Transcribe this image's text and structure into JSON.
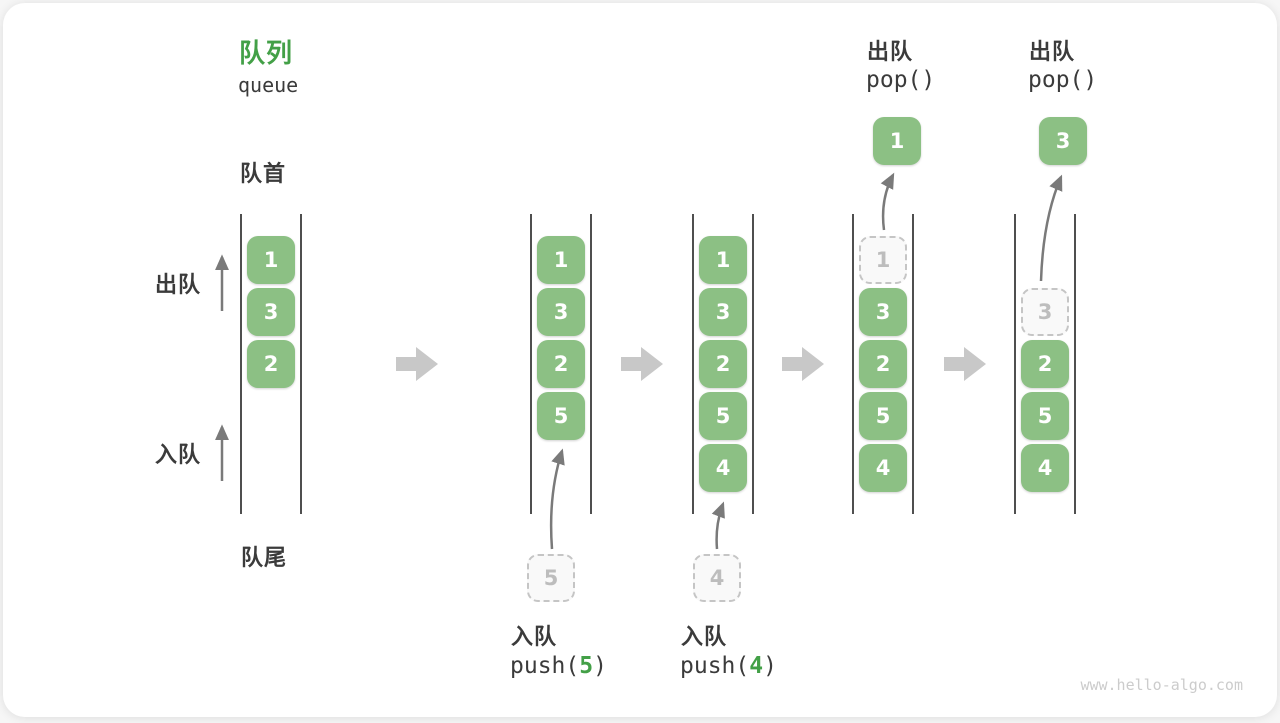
{
  "title": {
    "zh": "队列",
    "en": "queue"
  },
  "side_labels": {
    "front": "队首",
    "rear": "队尾",
    "dequeue": "出队",
    "enqueue": "入队"
  },
  "colors": {
    "accent_green": "#43A047",
    "box_green": "#8CC084",
    "rail_gray": "#4f4f4f",
    "arrow_gray": "#7a7a7a",
    "block_arrow_gray": "#c8c8c8",
    "dashed_gray": "#c5c5c5",
    "text_dark": "#3b3b3b",
    "watermark_gray": "#cccccc"
  },
  "states": [
    {
      "boxes": [
        {
          "row": 0,
          "value": "1",
          "kind": "solid"
        },
        {
          "row": 1,
          "value": "3",
          "kind": "solid"
        },
        {
          "row": 2,
          "value": "2",
          "kind": "solid"
        }
      ]
    },
    {
      "boxes": [
        {
          "row": 0,
          "value": "1",
          "kind": "solid"
        },
        {
          "row": 1,
          "value": "3",
          "kind": "solid"
        },
        {
          "row": 2,
          "value": "2",
          "kind": "solid"
        },
        {
          "row": 3,
          "value": "5",
          "kind": "solid"
        }
      ],
      "staged_value": "5",
      "op": {
        "label": "入队",
        "pre": "push(",
        "arg": "5",
        "post": ")"
      }
    },
    {
      "boxes": [
        {
          "row": 0,
          "value": "1",
          "kind": "solid"
        },
        {
          "row": 1,
          "value": "3",
          "kind": "solid"
        },
        {
          "row": 2,
          "value": "2",
          "kind": "solid"
        },
        {
          "row": 3,
          "value": "5",
          "kind": "solid"
        },
        {
          "row": 4,
          "value": "4",
          "kind": "solid"
        }
      ],
      "staged_value": "4",
      "op": {
        "label": "入队",
        "pre": "push(",
        "arg": "4",
        "post": ")"
      }
    },
    {
      "boxes": [
        {
          "row": 0,
          "value": "1",
          "kind": "dashed"
        },
        {
          "row": 1,
          "value": "3",
          "kind": "solid"
        },
        {
          "row": 2,
          "value": "2",
          "kind": "solid"
        },
        {
          "row": 3,
          "value": "5",
          "kind": "solid"
        },
        {
          "row": 4,
          "value": "4",
          "kind": "solid"
        }
      ],
      "popped_value": "1",
      "op": {
        "label": "出队",
        "code": "pop()"
      }
    },
    {
      "boxes": [
        {
          "row": 1,
          "value": "3",
          "kind": "dashed"
        },
        {
          "row": 2,
          "value": "2",
          "kind": "solid"
        },
        {
          "row": 3,
          "value": "5",
          "kind": "solid"
        },
        {
          "row": 4,
          "value": "4",
          "kind": "solid"
        }
      ],
      "popped_value": "3",
      "op": {
        "label": "出队",
        "code": "pop()"
      }
    }
  ],
  "watermark": "www.hello-algo.com"
}
